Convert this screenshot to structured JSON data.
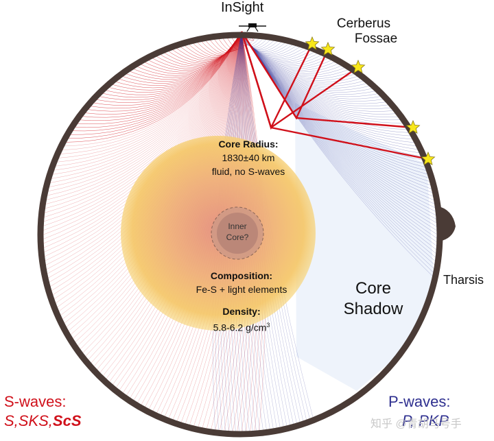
{
  "labels": {
    "station": "InSight",
    "source_region_line1": "Cerberus",
    "source_region_line2": "Fossae",
    "core_radius_title": "Core Radius:",
    "core_radius_value": "1830±40 km",
    "core_radius_note": "fluid, no S-waves",
    "inner_core_line1": "Inner",
    "inner_core_line2": "Core?",
    "composition_title": "Composition:",
    "composition_value": "Fe-S + light elements",
    "density_title": "Density:",
    "density_value": "5.8-6.2 g/cm",
    "density_exp": "3",
    "core_shadow_line1": "Core",
    "core_shadow_line2": "Shadow",
    "tharsis": "Tharsis",
    "swaves_title": "S-waves:",
    "swaves_phases_a": "S,SKS,",
    "swaves_phases_b": "ScS",
    "pwaves_title": "P-waves:",
    "pwaves_phases": "P, PKP",
    "watermark": "知乎 @青胡马号手"
  },
  "colors": {
    "s_wave": "#d0101a",
    "p_wave": "#3a3d9c",
    "mantle_edge": "#4a3b36",
    "core_center": "#e9a07a",
    "core_edge": "#f6c76a",
    "core_shadow": "#eef3fb",
    "star": "#f8e71c"
  },
  "icons": {
    "station": "lander-icon",
    "event": "star-icon"
  }
}
